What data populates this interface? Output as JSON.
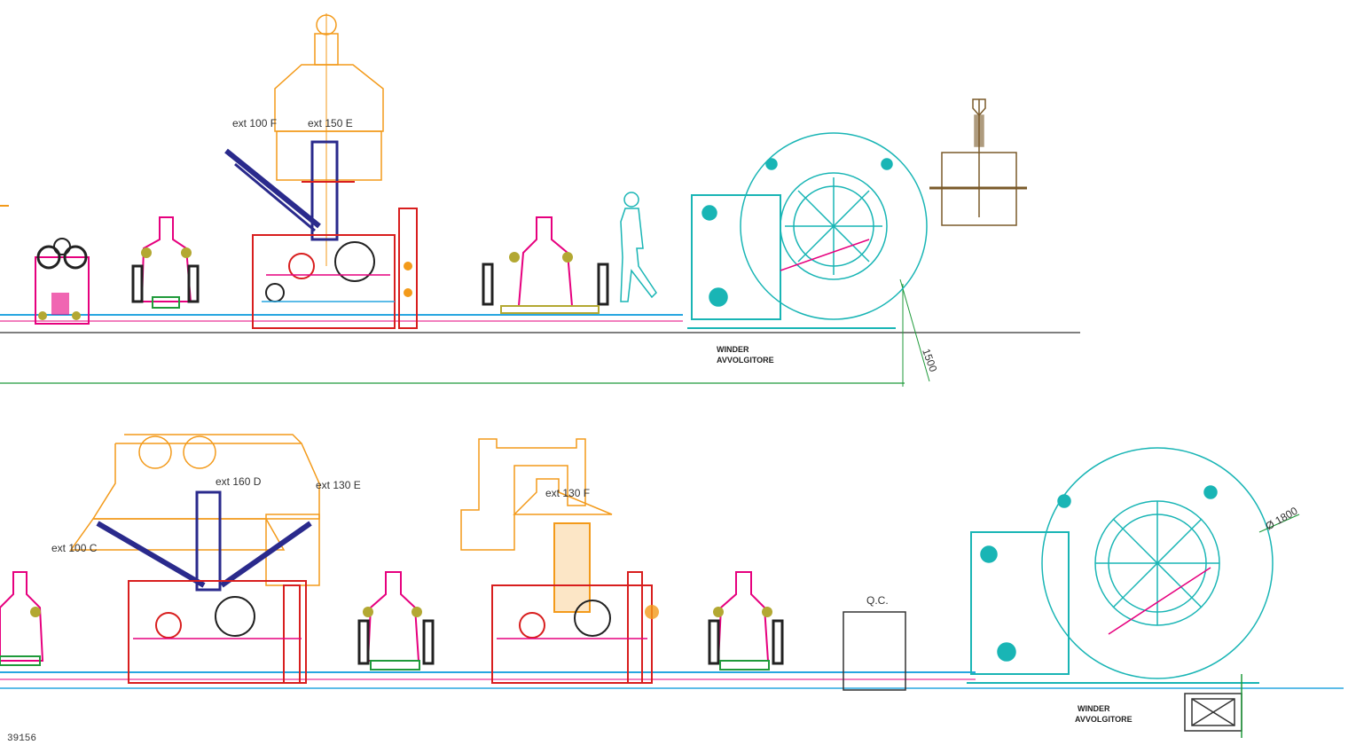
{
  "labels": {
    "top_ext_left": "ext 100 F",
    "top_ext_right": "ext 150 E",
    "top_winder_1": "WINDER",
    "top_winder_2": "AVVOLGITORE",
    "top_dim": "1500",
    "bot_ext_left": "ext 100 C",
    "bot_ext_mid": "ext 160 D",
    "bot_ext_right": "ext 130 E",
    "bot_ext_far": "ext 130 F",
    "qc": "Q.C.",
    "bot_diam": "Ø 1800",
    "bot_winder_1": "WINDER",
    "bot_winder_2": "AVVOLGITORE",
    "drawing_no": "39156"
  },
  "colors": {
    "orange": "#f39a1a",
    "pink": "#e6007e",
    "cyan": "#19b5b5",
    "navy": "#2a2a8c",
    "red": "#d81e1e",
    "green": "#1f9a3a",
    "brown": "#7a5a2a",
    "blue": "#27a6e0",
    "olive": "#b3a832",
    "dark": "#333333"
  }
}
